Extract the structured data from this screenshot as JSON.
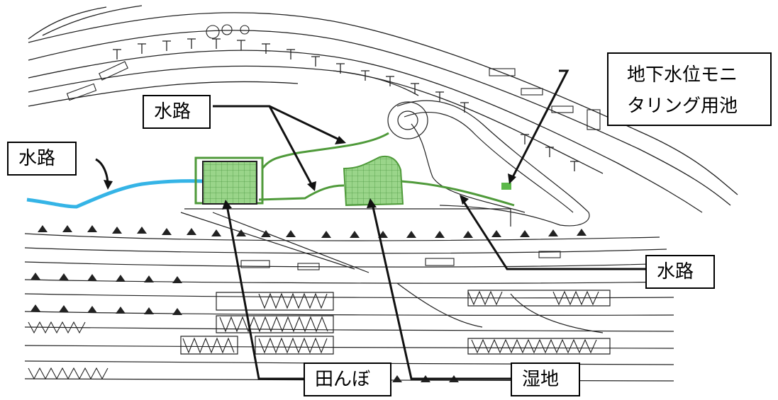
{
  "labels": {
    "channel_top": "水路",
    "channel_left": "水路",
    "channel_right": "水路",
    "pond_line1": "地下水位モニ",
    "pond_line2": "タリング用池",
    "rice_paddy": "田んぼ",
    "wetland": "湿地"
  },
  "colors": {
    "wetland_fill": "#8fd17a",
    "channel_green": "#4f9a3a",
    "channel_blue": "#35b4e6",
    "line": "#111111"
  }
}
